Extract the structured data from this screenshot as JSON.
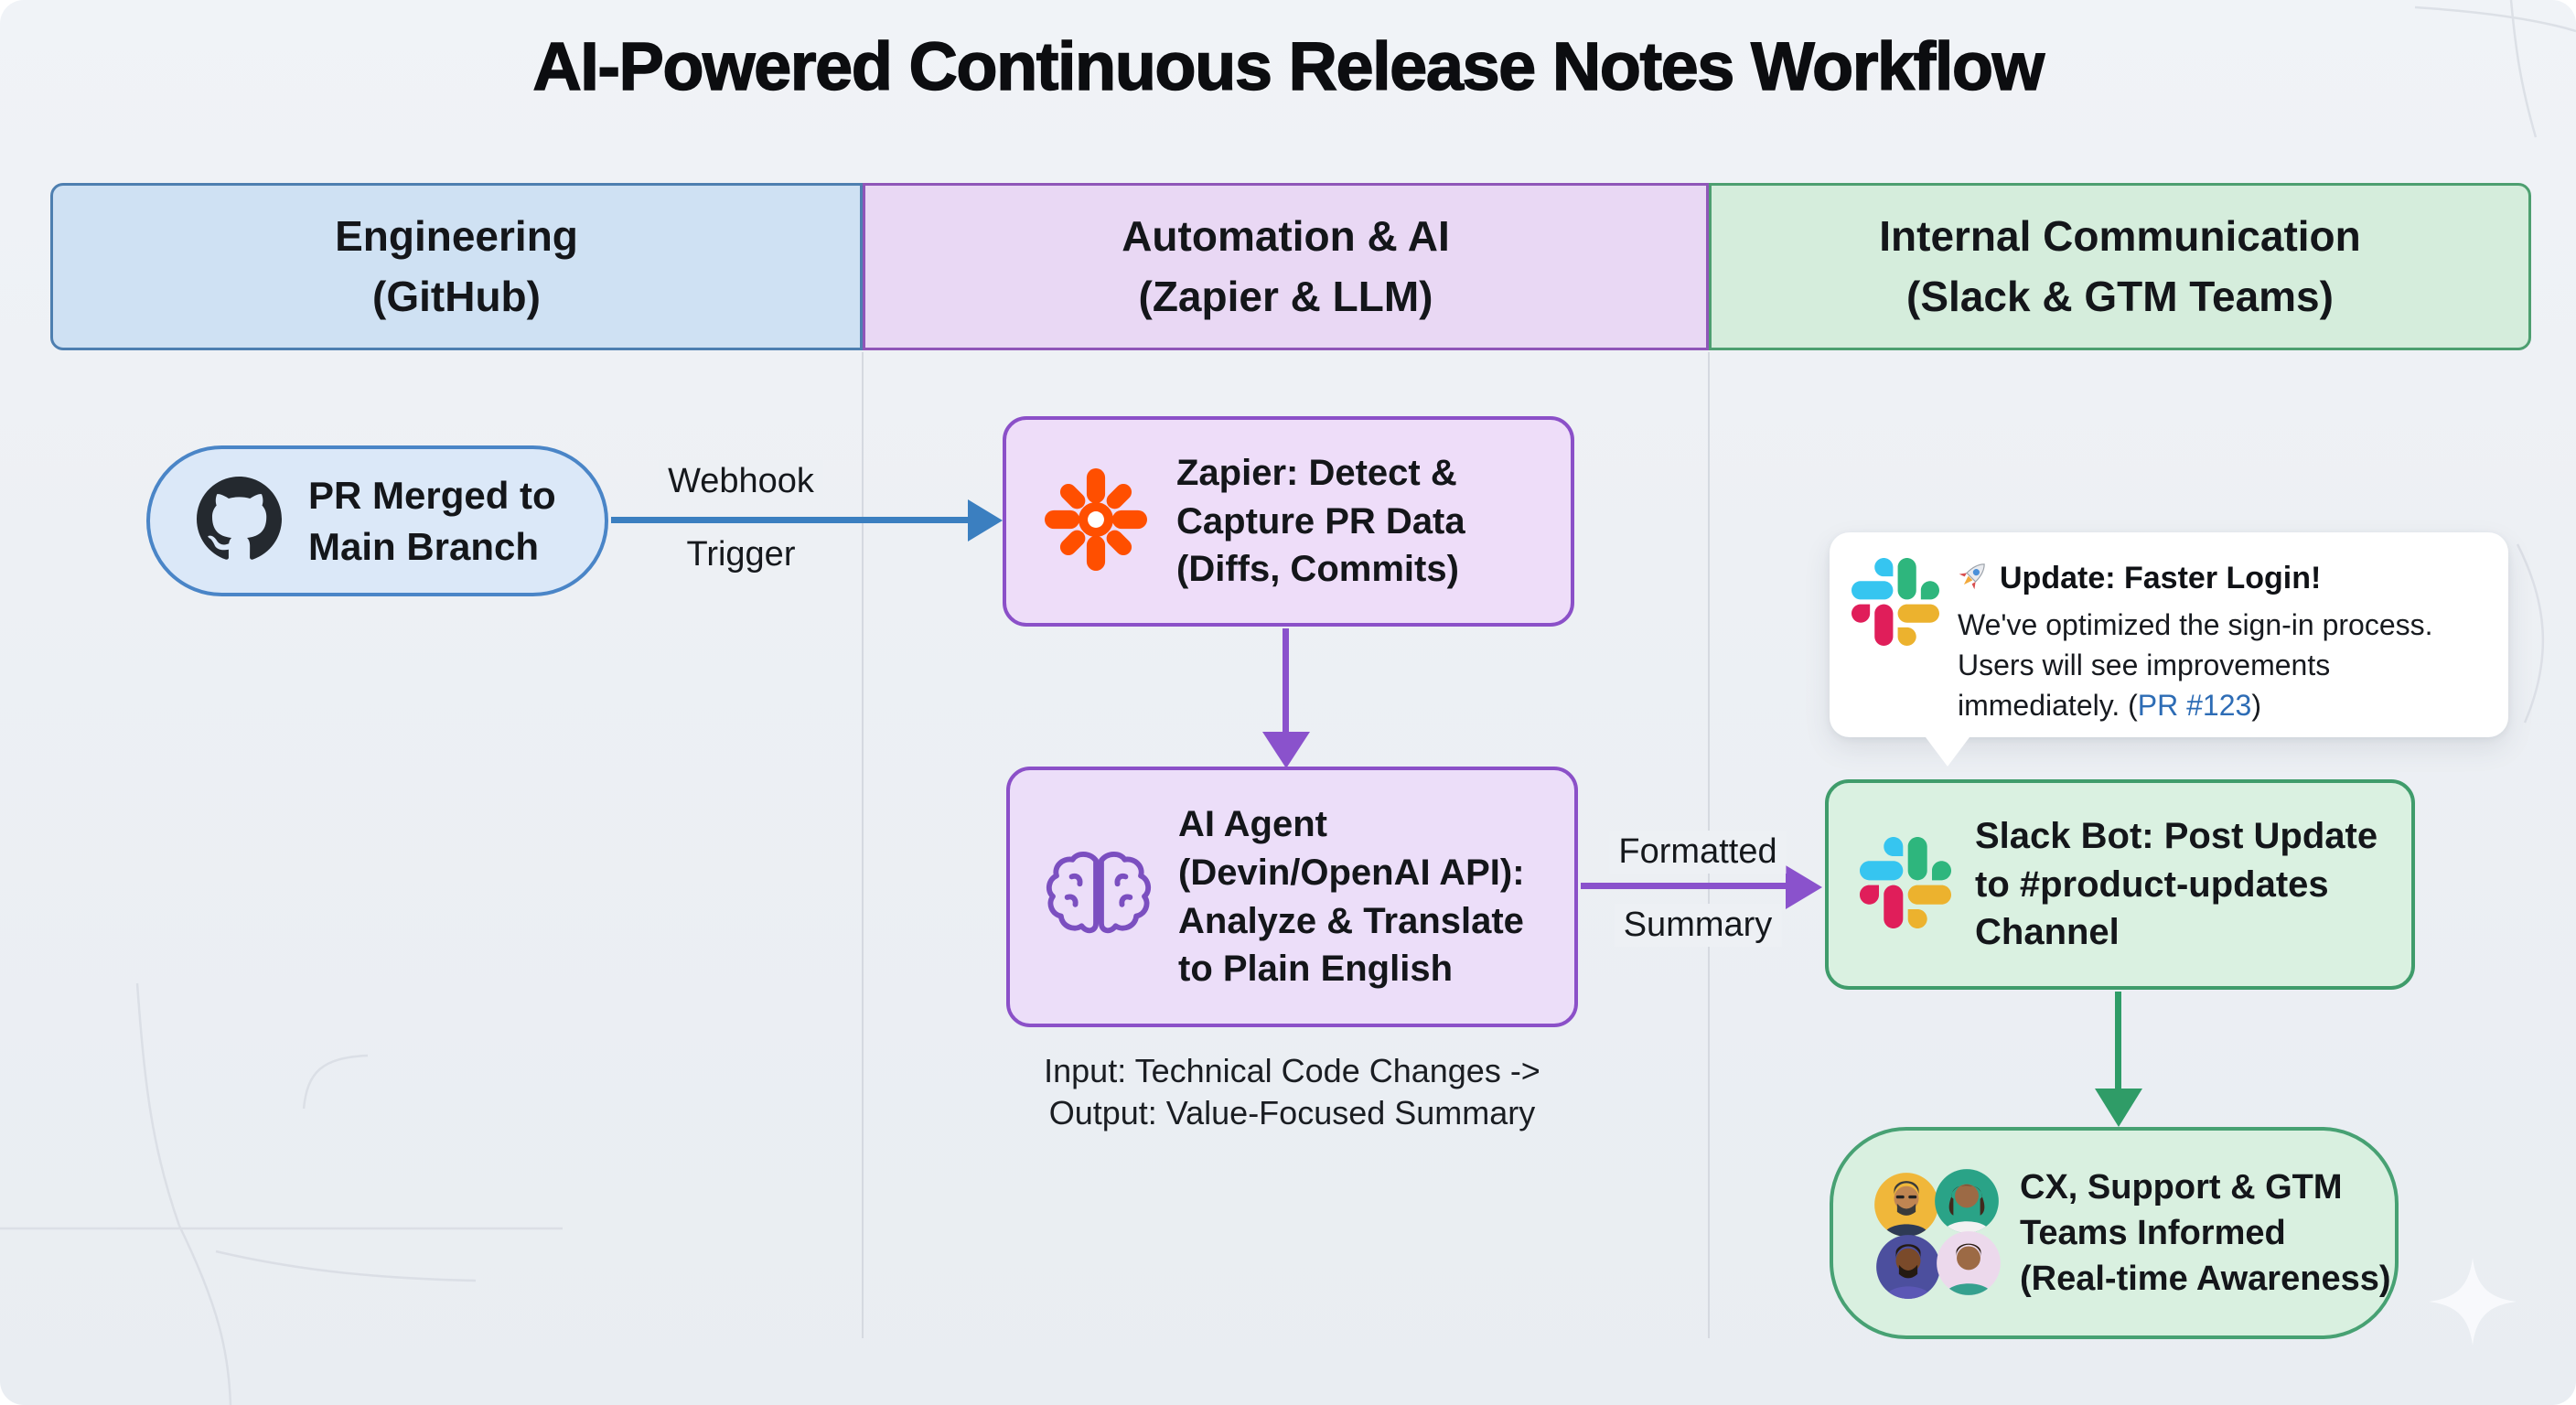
{
  "title": "AI-Powered Continuous Release Notes Workflow",
  "lanes": [
    {
      "name": "engineering",
      "lines": [
        "Engineering",
        "(GitHub)"
      ],
      "fill": "#cfe1f3",
      "border": "#4e7fb0"
    },
    {
      "name": "automation-ai",
      "lines": [
        "Automation & AI",
        "(Zapier & LLM)"
      ],
      "fill": "#e9d8f4",
      "border": "#8f56b8"
    },
    {
      "name": "internal-communication",
      "lines": [
        "Internal Communication",
        "(Slack & GTM Teams)"
      ],
      "fill": "#d5eddc",
      "border": "#4d9f70"
    }
  ],
  "nodes": {
    "github": {
      "lines": [
        "PR Merged to",
        "Main Branch"
      ],
      "icon": "github-octocat-icon",
      "fill": "#dbe8f8",
      "border": "#4a85c7"
    },
    "zapier": {
      "lines": [
        "Zapier: Detect &",
        "Capture PR Data",
        "(Diffs, Commits)"
      ],
      "icon": "zapier-asterisk-icon",
      "icon_color": "#ff4f00",
      "fill": "#eeddf9",
      "border": "#8b50c8"
    },
    "ai_agent": {
      "lines": [
        "AI Agent",
        "(Devin/OpenAI API):",
        "Analyze & Translate",
        "to Plain English"
      ],
      "icon": "brain-icon",
      "icon_color": "#7b4fc0",
      "fill": "#ecdef9",
      "border": "#8b50c8",
      "caption_lines": [
        "Input: Technical Code Changes ->",
        "Output: Value-Focused Summary"
      ]
    },
    "slack_bot": {
      "lines": [
        "Slack Bot: Post Update",
        "to #product-updates",
        "Channel"
      ],
      "icon": "slack-logo-icon",
      "fill": "#daf1e1",
      "border": "#3f9c6b"
    },
    "teams": {
      "lines": [
        "CX, Support & GTM",
        "Teams Informed",
        "(Real-time Awareness)"
      ],
      "icon": "team-avatars-icon",
      "fill": "#d9f0e0",
      "border": "#47a173"
    }
  },
  "edges": {
    "webhook": {
      "label_top": "Webhook",
      "label_bottom": "Trigger",
      "color": "#3b7fc0"
    },
    "zapier_to_ai": {
      "color": "#8a52cc"
    },
    "formatted": {
      "label_top": "Formatted",
      "label_bottom": "Summary",
      "color": "#8a52cc"
    },
    "slack_to_teams": {
      "color": "#2f9c67"
    }
  },
  "notification": {
    "emoji": "🚀",
    "title": "Update: Faster Login!",
    "body_line1": "We've optimized the sign-in process.",
    "body_line2": "Users will see improvements",
    "body_line3_prefix": "immediately. (",
    "link_text": "PR #123",
    "body_line3_suffix": ")",
    "link_color": "#2d6cb5"
  },
  "brand_colors": {
    "slack_blue": "#36C5F0",
    "slack_green": "#2EB67D",
    "slack_red": "#E01E5A",
    "slack_yellow": "#ECB22E",
    "zapier_orange": "#ff4f00",
    "github_black": "#24292f"
  }
}
